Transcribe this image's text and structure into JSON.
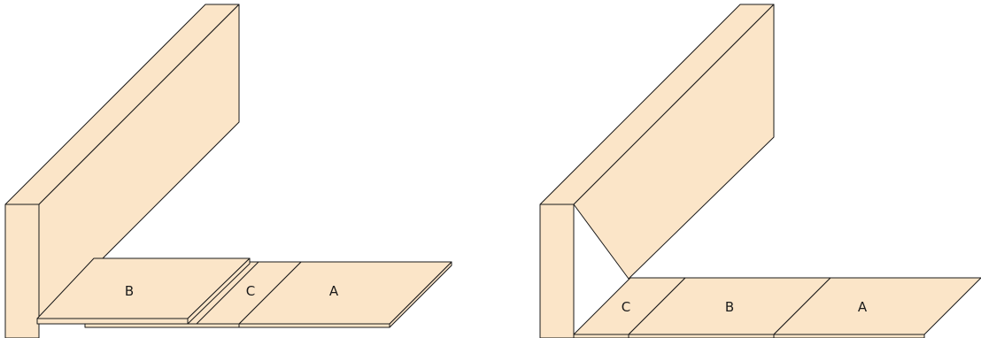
{
  "colors": {
    "fill": "#fbe5c8",
    "stroke": "#1a1a1a"
  },
  "left_diagram": {
    "label_b": "B",
    "label_c": "C",
    "label_a": "A"
  },
  "right_diagram": {
    "label_c": "C",
    "label_b": "B",
    "label_a": "A"
  }
}
